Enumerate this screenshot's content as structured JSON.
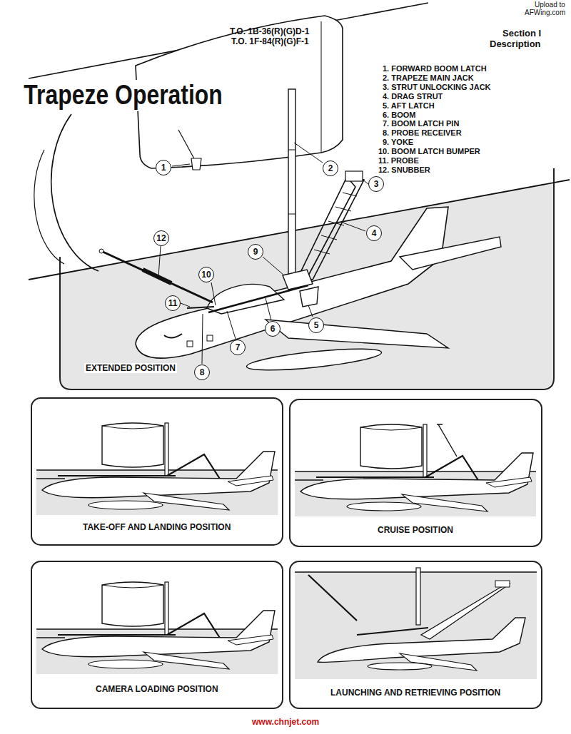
{
  "diagram": {
    "title": "Trapeze Operation",
    "nodes": [
      {
        "text": [
          "EXTENDED POSITION"
        ]
      },
      {
        "text": [
          "1"
        ]
      },
      {
        "text": [
          "2"
        ]
      },
      {
        "text": [
          "3"
        ]
      },
      {
        "text": [
          "4"
        ]
      },
      {
        "text": [
          "5"
        ]
      },
      {
        "text": [
          "6"
        ]
      },
      {
        "text": [
          "7"
        ]
      },
      {
        "text": [
          "8"
        ]
      },
      {
        "text": [
          "9"
        ]
      },
      {
        "text": [
          "10"
        ]
      },
      {
        "text": [
          "11"
        ]
      },
      {
        "text": [
          "12"
        ]
      },
      {
        "text": [
          "TAKE-OFF AND LANDING POSITION"
        ]
      },
      {
        "text": [
          "CRUISE POSITION"
        ]
      },
      {
        "text": [
          "CAMERA LOADING POSITION"
        ]
      },
      {
        "text": [
          "LAUNCHING AND RETRIEVING POSITION"
        ]
      }
    ],
    "labels": [
      "Upload to",
      "AFWing.com",
      "T.O. 1B-36(R)(G)D-1",
      "T.O. 1F-84(R)(G)F-1",
      "Section I",
      "Description",
      "1. FORWARD BOOM LATCH",
      "2. TRAPEZE MAIN JACK",
      "3. STRUT UNLOCKING JACK",
      "4. DRAG STRUT",
      "5. AFT LATCH",
      "6. BOOM",
      "7. BOOM LATCH PIN",
      "8. PROBE RECEIVER",
      "9. YOKE",
      "10. BOOM LATCH BUMPER",
      "11. PROBE",
      "12. SNUBBER",
      "www.chnjet.com"
    ]
  }
}
